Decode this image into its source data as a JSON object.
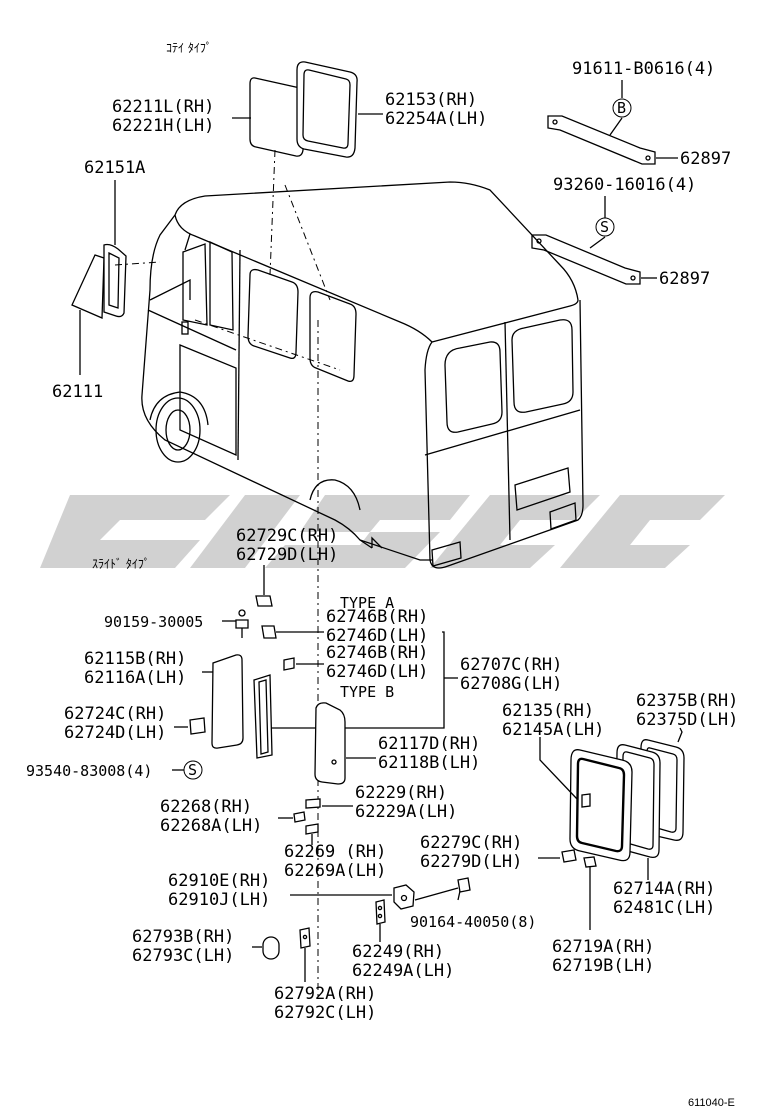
{
  "section_labels": {
    "fixed_type": "ｺﾃｲ ﾀｲﾌﾟ",
    "slide_type": "ｽﾗｲﾄﾞ ﾀｲﾌﾟ",
    "type_a": "TYPE A",
    "type_b": "TYPE B"
  },
  "callouts": {
    "p62211": [
      "62211L(RH)",
      "62221H(LH)"
    ],
    "p62153": [
      "62153(RH)",
      "62254A(LH)"
    ],
    "p91611": "91611-B0616(4)",
    "bubble_b": "B",
    "p62897a": "62897",
    "p93260": "93260-16016(4)",
    "bubble_s": "S",
    "p62897b": "62897",
    "p62151": "62151A",
    "p62111": "62111",
    "p62729": [
      "62729C(RH)",
      "62729D(LH)"
    ],
    "p90159": "90159-30005",
    "p62746a": [
      "62746B(RH)",
      "62746D(LH)"
    ],
    "p62746b": [
      "62746B(RH)",
      "62746D(LH)"
    ],
    "p62707": [
      "62707C(RH)",
      "62708G(LH)"
    ],
    "p62115": [
      "62115B(RH)",
      "62116A(LH)"
    ],
    "p62724": [
      "62724C(RH)",
      "62724D(LH)"
    ],
    "p93540": "93540-83008(4)",
    "p62117": [
      "62117D(RH)",
      "62118B(LH)"
    ],
    "p62135": [
      "62135(RH)",
      "62145A(LH)"
    ],
    "p62375": [
      "62375B(RH)",
      "62375D(LH)"
    ],
    "p62229": [
      "62229(RH)",
      "62229A(LH)"
    ],
    "p62268": [
      "62268(RH)",
      "62268A(LH)"
    ],
    "p62269": [
      "62269 (RH)",
      "62269A(LH)"
    ],
    "p62279": [
      "62279C(RH)",
      "62279D(LH)"
    ],
    "p62910": [
      "62910E(RH)",
      "62910J(LH)"
    ],
    "p90164": "90164-40050(8)",
    "p62714": [
      "62714A(RH)",
      "62481C(LH)"
    ],
    "p62793": [
      "62793B(RH)",
      "62793C(LH)"
    ],
    "p62249": [
      "62249(RH)",
      "62249A(LH)"
    ],
    "p62719": [
      "62719A(RH)",
      "62719B(LH)"
    ],
    "p62792": [
      "62792A(RH)",
      "62792C(LH)"
    ]
  },
  "figure_code": "611040-E"
}
